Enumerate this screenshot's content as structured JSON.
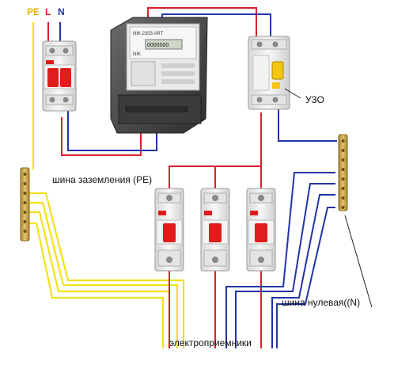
{
  "wire_labels": {
    "pe": "PE",
    "l": "L",
    "n": "N"
  },
  "labels": {
    "rcd": "УЗО",
    "ground_bus": "шина заземления (PE)",
    "neutral_bus": "шина нулевая((N)",
    "consumers": "электроприемники"
  },
  "meter": {
    "model_text": "NIK 2303 ART",
    "brand_text": "NIK",
    "display_digits": "0000000"
  },
  "colors": {
    "phase_wire": "#d8202a",
    "neutral_wire": "#2234a8",
    "pe_wire": "#f2e21a",
    "breaker_body": "#ededed",
    "breaker_handle": "#e01c1c",
    "meter_body": "#4a4a4a",
    "bus_brass": "#c9a64a"
  }
}
